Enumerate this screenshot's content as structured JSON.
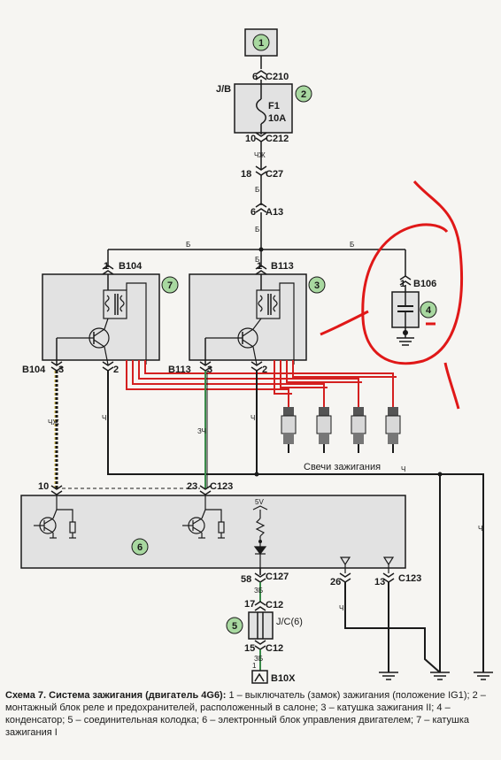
{
  "labels": {
    "jb": "J/B",
    "f1": "F1",
    "amp": "10A",
    "c210": "C210",
    "c212": "C212",
    "c27": "C27",
    "a13": "A13",
    "b104": "B104",
    "b113": "B113",
    "b106": "B106",
    "c123": "C123",
    "c127": "C127",
    "c12": "C12",
    "jc6": "J/C(6)",
    "b10x": "B10X",
    "spark_plugs": "Свечи зажигания",
    "voltage_5v": "5V"
  },
  "pins": {
    "p6_top": "6",
    "p10": "10",
    "p18": "18",
    "p6_a13": "6",
    "p1_b104": "1",
    "p1_b113": "1",
    "p1_b106": "1",
    "p3_b104": "3",
    "p2_b104": "2",
    "p3_b113": "3",
    "p2_b113": "2",
    "p10_c123": "10",
    "p23_c123": "23",
    "p58": "58",
    "p17": "17",
    "p15": "15",
    "p1_b10x": "1",
    "p26": "26",
    "p13": "13"
  },
  "wires": {
    "chzh1": "ЧЖ",
    "b1": "Б",
    "b2": "Б",
    "b3": "Б",
    "b4": "Б",
    "b5": "Б",
    "b6": "Б",
    "chzh2": "ЧЖ",
    "ch1": "Ч",
    "zch": "ЗЧ",
    "ch2": "Ч",
    "ch3": "Ч",
    "ch4": "Ч",
    "ch5": "Ч",
    "zb1": "ЗБ",
    "zb2": "ЗБ"
  },
  "components": {
    "n1": "1",
    "n2": "2",
    "n3": "3",
    "n4": "4",
    "n5": "5",
    "n6": "6",
    "n7": "7"
  },
  "caption": {
    "title": "Схема 7. Система зажигания (двигатель 4G6):",
    "text": " 1 – выключатель (замок) зажигания (положение IG1); 2 – монтажный блок реле и предохранителей, расположенный в салоне; 3 – катушка зажигания II; 4 – конденсатор; 5 – соединительная колодка; 6 – электронный блок управления двигателем; 7 – катушка зажигания I"
  },
  "colors": {
    "wire": "#1a1a1a",
    "hv_wire": "#d42020",
    "module_fill": "#e2e2e2",
    "annotation": "#e01818",
    "ecu_ground_green": "#3a8a4a",
    "component_circle": "#a8d8a0"
  }
}
